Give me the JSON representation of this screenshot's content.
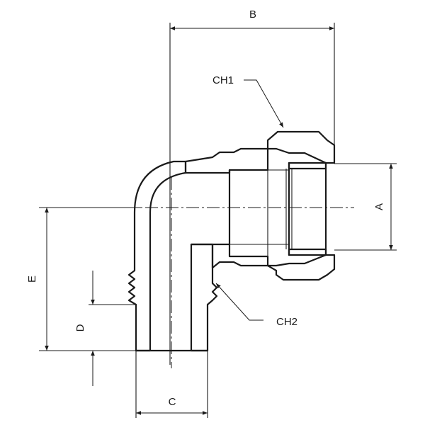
{
  "labels": {
    "A": "A",
    "B": "B",
    "C": "C",
    "D": "D",
    "E": "E",
    "CH1": "CH1",
    "CH2": "CH2"
  }
}
